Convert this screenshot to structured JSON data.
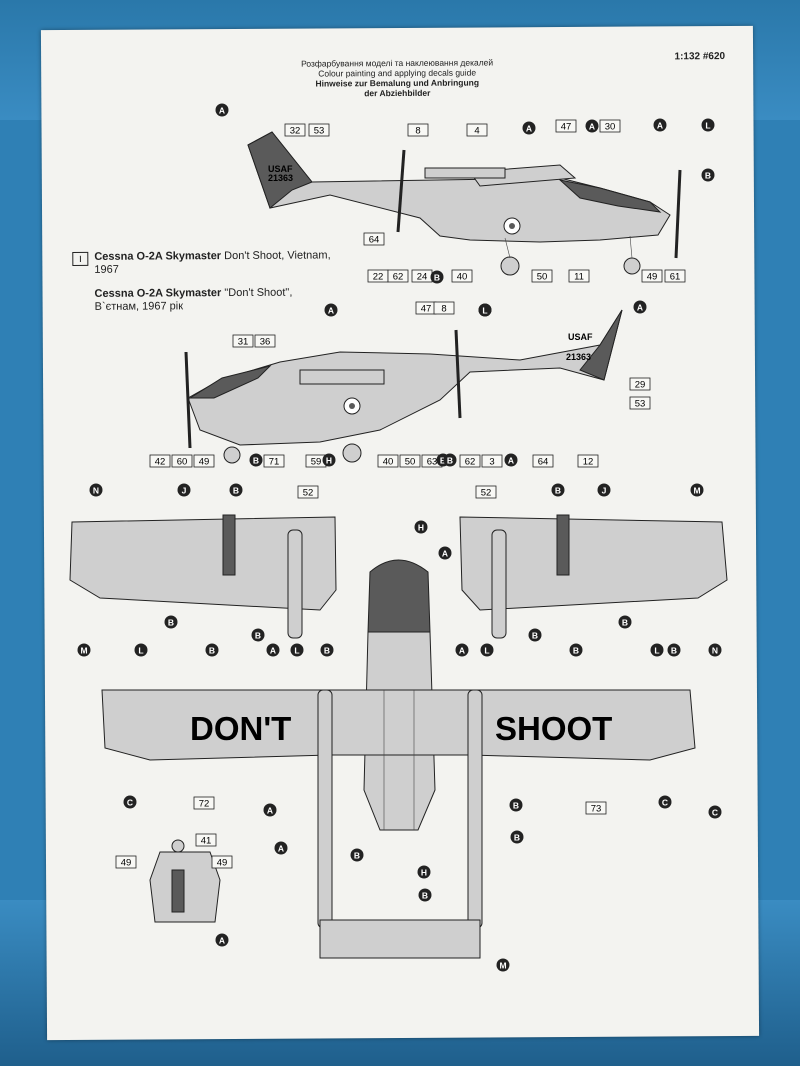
{
  "header": {
    "line_ua": "Розфарбування моделі та наклеювання декалей",
    "line_en": "Colour painting  and applying decals guide",
    "line_de1": "Hinweise zur Bemalung und Anbringung",
    "line_de2": "der Abziehbilder",
    "scale": "1:132  #620"
  },
  "scheme": {
    "number": "I",
    "title_en_bold": "Cessna O-2A Skymaster",
    "title_en_rest": "Don't Shoot,  Vietnam,",
    "year_en": "1967",
    "title_ua_bold": "Cessna O-2A Skymaster",
    "title_ua_rest": "\"Don't Shoot\",",
    "line_ua2": "В`єтнам, 1967 рік"
  },
  "markings": {
    "usaf": "USAF",
    "serial": "21363",
    "left_wing": "DON'T",
    "right_wing": "SHOOT"
  },
  "profile_top": {
    "boxes": [
      "32",
      "53",
      "8",
      "4",
      "47",
      "30",
      "64",
      "22",
      "62",
      "24",
      "40",
      "50",
      "11",
      "49",
      "61"
    ],
    "letters": [
      "A",
      "A",
      "A",
      "A",
      "L",
      "B",
      "B"
    ]
  },
  "profile_bottom": {
    "boxes": [
      "31",
      "36",
      "47",
      "8",
      "29",
      "53",
      "42",
      "60",
      "49",
      "71",
      "59",
      "40",
      "50",
      "63",
      "62",
      "3",
      "64",
      "12"
    ],
    "letters": [
      "A",
      "A",
      "L",
      "A",
      "B",
      "H",
      "B",
      "B",
      "A"
    ]
  },
  "plan": {
    "boxes": [
      "52",
      "52",
      "72",
      "73",
      "41",
      "49",
      "49"
    ],
    "letters": [
      "N",
      "J",
      "B",
      "J",
      "B",
      "M",
      "H",
      "A",
      "B",
      "B",
      "B",
      "B",
      "M",
      "L",
      "B",
      "A",
      "L",
      "B",
      "A",
      "L",
      "B",
      "L",
      "B",
      "N",
      "C",
      "C",
      "C",
      "B",
      "A",
      "A",
      "B",
      "H",
      "B",
      "B",
      "M",
      "A"
    ]
  },
  "colors": {
    "background": "#2f80b5",
    "paper": "#f3f3f0",
    "camo_grey": "#5a5a5a",
    "light_grey": "#cfcfcf",
    "ink": "#222222"
  }
}
